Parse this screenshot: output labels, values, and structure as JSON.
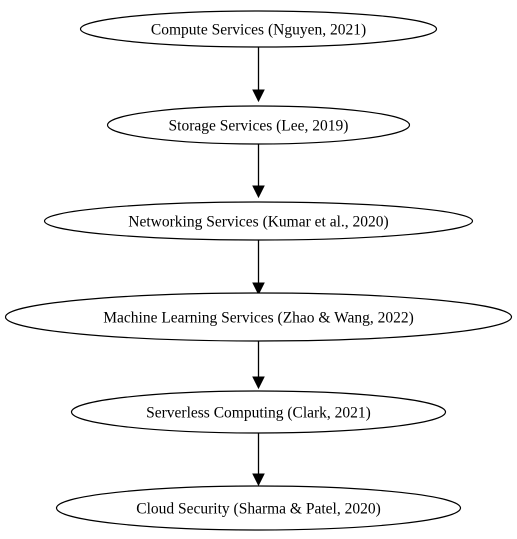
{
  "diagram": {
    "nodes": [
      {
        "id": "compute",
        "label": "Compute Services (Nguyen, 2021)"
      },
      {
        "id": "storage",
        "label": "Storage Services (Lee, 2019)"
      },
      {
        "id": "networking",
        "label": "Networking Services (Kumar et al., 2020)"
      },
      {
        "id": "ml",
        "label": "Machine Learning Services (Zhao & Wang, 2022)"
      },
      {
        "id": "serverless",
        "label": "Serverless Computing (Clark, 2021)"
      },
      {
        "id": "security",
        "label": "Cloud Security (Sharma & Patel, 2020)"
      }
    ],
    "edges": [
      {
        "from": "compute",
        "to": "storage"
      },
      {
        "from": "storage",
        "to": "networking"
      },
      {
        "from": "networking",
        "to": "ml"
      },
      {
        "from": "ml",
        "to": "serverless"
      },
      {
        "from": "serverless",
        "to": "security"
      }
    ]
  }
}
